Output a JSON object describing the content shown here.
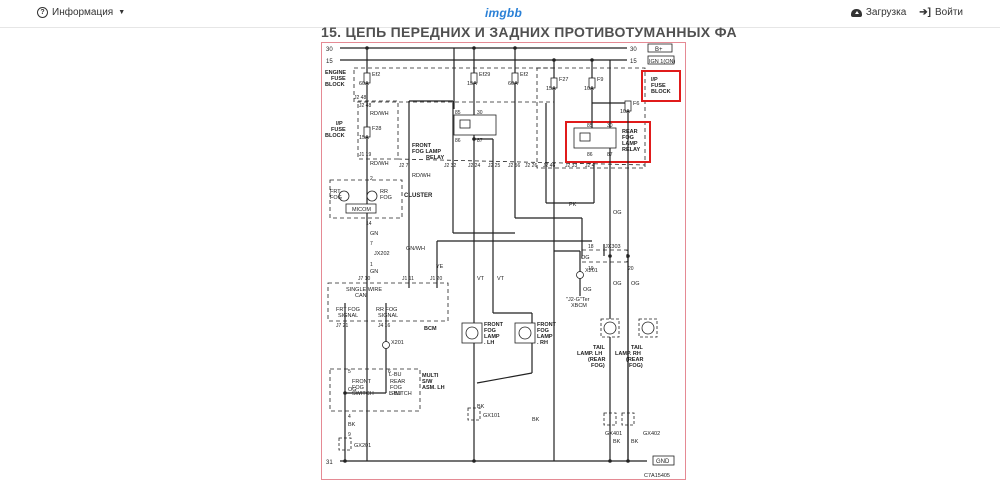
{
  "header": {
    "info_menu_label": "Информация",
    "logo_text": "imgbb",
    "upload_label": "Загрузка",
    "signin_label": "Войти"
  },
  "document": {
    "title": "15. ЦЕПЬ ПЕРЕДНИХ И ЗАДНИХ ПРОТИВОТУМАННЫХ ФА",
    "diagram_code": "C7A15405"
  },
  "diagram": {
    "rails": {
      "r30": "30",
      "r15": "15",
      "r31": "31",
      "batt": "B+",
      "ign": "IGN 1(ON)",
      "gnd": "GND"
    },
    "blocks": {
      "engine_fuse_block": [
        "ENGINE",
        "FUSE",
        "BLOCK"
      ],
      "ip_fuse_block_left": [
        "I/P",
        "FUSE",
        "BLOCK"
      ],
      "ip_fuse_block_right": [
        "I/P",
        "FUSE",
        "BLOCK"
      ],
      "cluster": "CLUSTER",
      "bcm": "BCM",
      "multi_sw": [
        "MULTI",
        "S/W",
        "ASM. LH"
      ],
      "front_relay": [
        "FRONT",
        "FOG LAMP",
        "RELAY"
      ],
      "rear_relay": [
        "REAR",
        "FOG",
        "LAMP",
        "RELAY"
      ]
    },
    "fuses": [
      {
        "name": "Ef2",
        "rating": "60A"
      },
      {
        "name": "Ef29",
        "rating": "15A"
      },
      {
        "name": "Ef2",
        "rating": "60A"
      },
      {
        "name": "F27",
        "rating": "15A"
      },
      {
        "name": "F9",
        "rating": "10A"
      },
      {
        "name": "F6",
        "rating": "10A"
      },
      {
        "name": "F28",
        "rating": "15A"
      }
    ],
    "cluster": {
      "frt": [
        "FRT",
        "FOG"
      ],
      "rr": [
        "RR",
        "FOG"
      ],
      "micom": "MICOM"
    },
    "bcm": {
      "can": [
        "SINGLE WIRE",
        "CAN"
      ],
      "frt_sig": [
        "FRT FOG",
        "SIGNAL"
      ],
      "rr_sig": [
        "RR FOG",
        "SIGNAL"
      ]
    },
    "switches": {
      "front": [
        "FRONT",
        "FOG",
        "SWITCH"
      ],
      "rear": [
        "REAR",
        "FOG",
        "SWITCH"
      ]
    },
    "lamps": {
      "front_lh": [
        "FRONT",
        "FOG",
        "LAMP",
        ". LH"
      ],
      "front_rh": [
        "FRONT",
        "FOG",
        "LAMP",
        ". RH"
      ],
      "tail_lh": [
        "TAIL",
        "LAMP. LH",
        "(REAR",
        "FOG)"
      ],
      "tail_rh": [
        "TAIL",
        "LAMP. RH",
        "(REAR",
        "FOG)"
      ]
    },
    "wires": {
      "rdwh": "RD/WH",
      "gn": "GN",
      "gnwh": "GN/WH",
      "ye": "YE",
      "vt": "VT",
      "pk": "PK",
      "og": "OG",
      "lbu": "L-BU",
      "bk": "BK"
    },
    "connectors": {
      "jx202": "JX202",
      "jx303": "JX303",
      "x201": "X201",
      "gx101": "GX101",
      "gx201": "GX201",
      "gx401": "GX401",
      "gx402": "GX402",
      "xbcm": [
        "\"J2-G\"Ter",
        "XBCM"
      ]
    },
    "pins": {
      "j2_48": "J2 48",
      "j1_19": "J1 19",
      "j7_10": "J7 10",
      "j1_11": "J1 11",
      "j1_20": "J1 20",
      "j7_21": "J7 21",
      "j4_16": "J4 16",
      "j2_7": "J2 7",
      "j2_32": "J2 32",
      "j2_24": "J2 24",
      "j2_25": "J2 25",
      "j2_56": "J2 56",
      "j2_26": "J2 26",
      "j2_46": "J2 46",
      "j2_33": "J2 33",
      "j2_4": "J2 4",
      "p85": "85",
      "p86": "86",
      "p30": "30",
      "p87": "87",
      "n2": "2",
      "n14": "14",
      "n7": "7",
      "n1": "1",
      "n5": "5",
      "n6": "6",
      "n4": "4",
      "n9": "9",
      "n18": "18",
      "n19": "19",
      "n20": "20",
      "n8": "8",
      "n48": "48",
      "n52": "52",
      "nB": "B"
    }
  }
}
